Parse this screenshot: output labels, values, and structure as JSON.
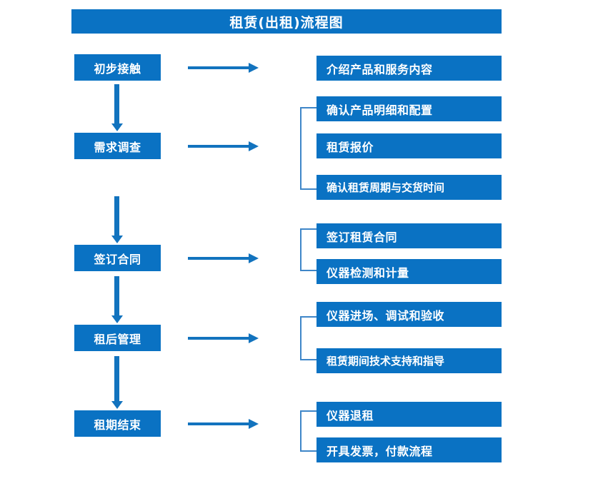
{
  "diagram": {
    "title": "租赁(出租)流程图",
    "accent_color": "#0A72C3",
    "arrow_color": "#1273BE",
    "bracket_color": "#3E86C8",
    "background_color": "#FFFFFF"
  },
  "stages": [
    {
      "label": "初步接触"
    },
    {
      "label": "需求调查"
    },
    {
      "label": "签订合同"
    },
    {
      "label": "租后管理"
    },
    {
      "label": "租期结束"
    }
  ],
  "details": [
    {
      "label": "介绍产品和服务内容"
    },
    {
      "label": "确认产品明细和配置"
    },
    {
      "label": "租赁报价"
    },
    {
      "label": "确认租赁周期与交货时间"
    },
    {
      "label": "签订租赁合同"
    },
    {
      "label": "仪器检测和计量"
    },
    {
      "label": "仪器进场、调试和验收"
    },
    {
      "label": "租赁期间技术支持和指导"
    },
    {
      "label": "仪器退租"
    },
    {
      "label": "开具发票，付款流程"
    }
  ]
}
